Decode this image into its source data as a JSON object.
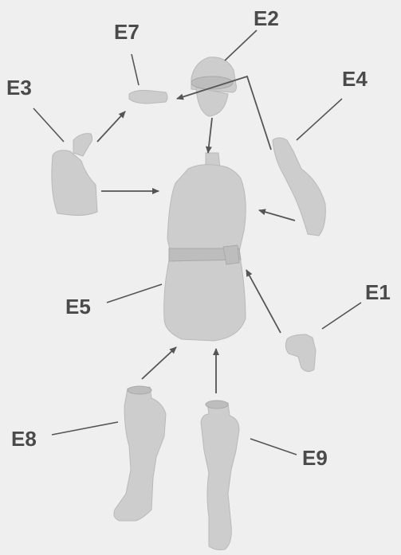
{
  "diagram": {
    "labels": {
      "e1": "E1",
      "e2": "E2",
      "e3": "E3",
      "e4": "E4",
      "e5": "E5",
      "e7": "E7",
      "e8": "E8",
      "e9": "E9"
    }
  }
}
